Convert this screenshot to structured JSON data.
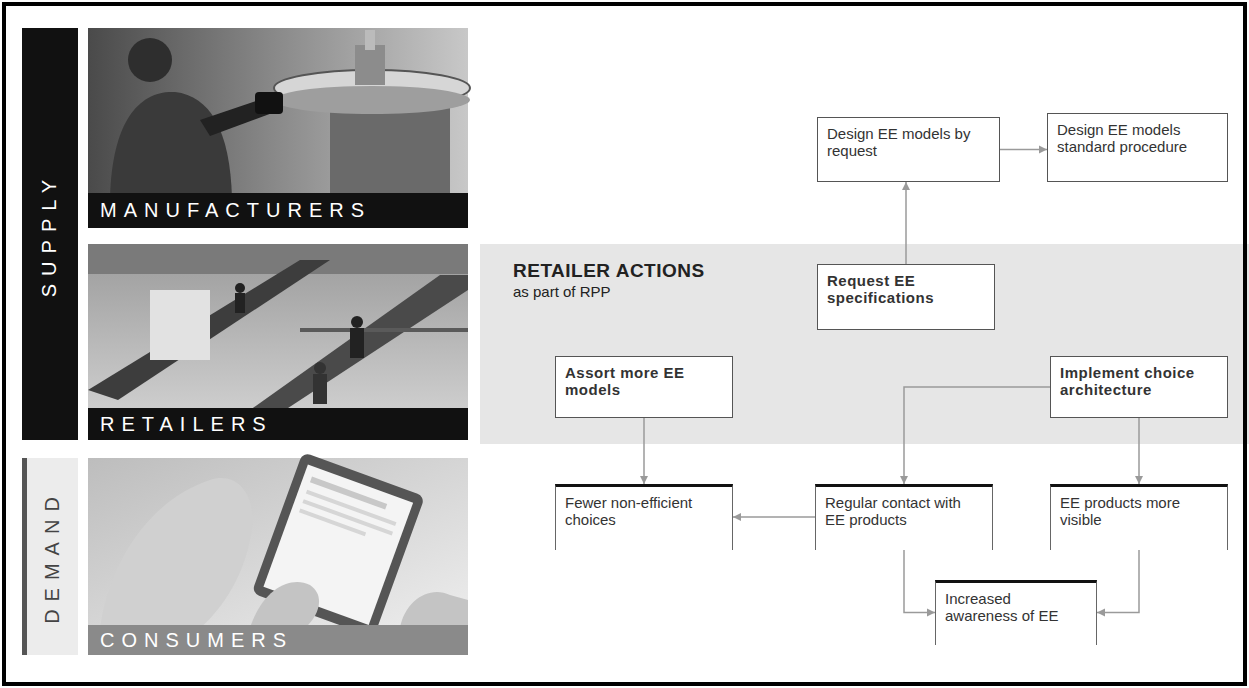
{
  "diagram": {
    "nodes": [
      {
        "text": [
          "SUPPLY"
        ]
      },
      {
        "text": [
          "MANUFACTURERS"
        ]
      },
      {
        "text": [
          "RETAILERS"
        ]
      },
      {
        "text": [
          "DEMAND"
        ]
      },
      {
        "text": [
          "CONSUMERS"
        ]
      },
      {
        "text": [
          "Design EE models by request"
        ]
      },
      {
        "text": [
          "Design EE models standard procedure"
        ]
      },
      {
        "text": [
          "RETAILER ACTIONS",
          "as part of RPP"
        ]
      },
      {
        "text": [
          "Request EE specifications"
        ],
        "in": 7
      },
      {
        "text": [
          "Assort more EE models"
        ],
        "in": 7
      },
      {
        "text": [
          "Implement choice architecture"
        ],
        "in": 7
      },
      {
        "text": [
          "Fewer non-efficient choices"
        ]
      },
      {
        "text": [
          "Regular contact with EE products"
        ]
      },
      {
        "text": [
          "EE products more visible"
        ]
      },
      {
        "text": [
          "Increased awareness of EE"
        ]
      }
    ],
    "edges": [
      {
        "from": 8,
        "to": 5,
        "arrow": "to"
      },
      {
        "from": 5,
        "to": 6,
        "arrow": "to"
      },
      {
        "from": 9,
        "to": 11,
        "arrow": "to"
      },
      {
        "from": 10,
        "to": 12,
        "arrow": "to"
      },
      {
        "from": 10,
        "to": 13,
        "arrow": "to"
      },
      {
        "from": 12,
        "to": 11,
        "arrow": "to"
      },
      {
        "from": 12,
        "to": 14,
        "arrow": "to"
      },
      {
        "from": 13,
        "to": 14,
        "arrow": "to"
      }
    ]
  }
}
